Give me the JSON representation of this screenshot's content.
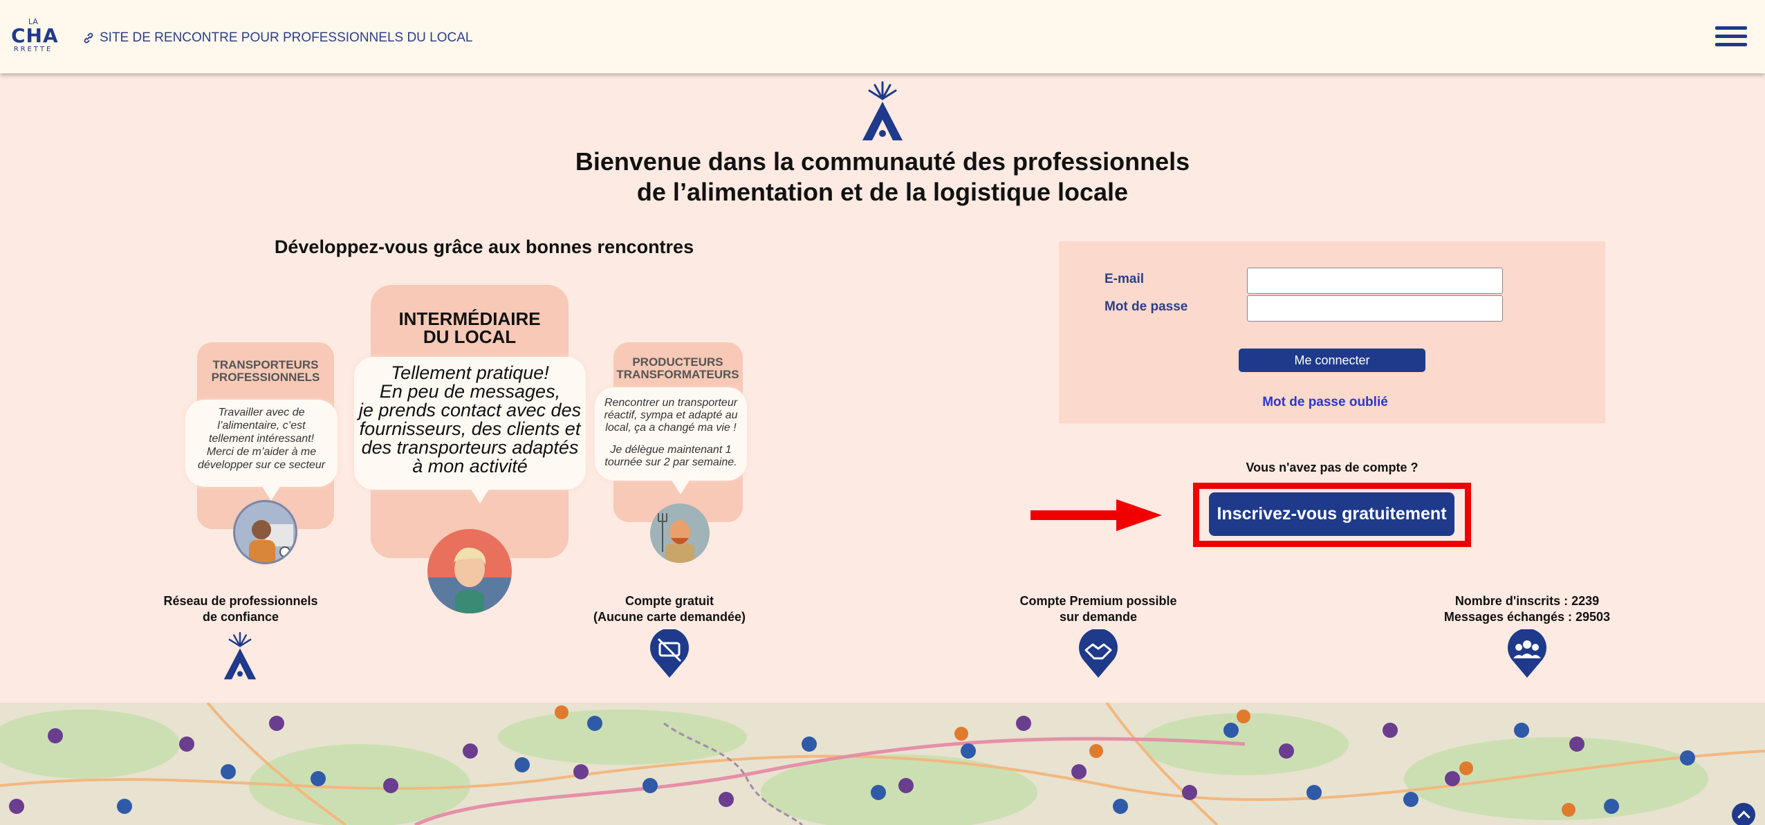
{
  "header": {
    "logo": {
      "top": "LA",
      "middle": "CHA",
      "bottom": "RRETTE"
    },
    "tagline": "SITE DE RENCONTRE POUR PROFESSIONNELS DU LOCAL"
  },
  "hero": {
    "title_line1": "Bienvenue dans la communauté des professionnels",
    "title_line2": "de l’alimentation et de la logistique locale",
    "subtitle": "Développez-vous grâce aux bonnes rencontres"
  },
  "personas": {
    "left": {
      "title_line1": "TRANSPORTEURS",
      "title_line2": "PROFESSIONNELS",
      "quote": [
        "Travailler avec de",
        "l’alimentaire, c’est",
        "tellement intéressant!",
        "Merci de m’aider à me",
        "développer sur ce secteur"
      ]
    },
    "center": {
      "title_line1": "INTERMÉDIAIRE",
      "title_line2": "DU LOCAL",
      "quote": [
        "Tellement pratique!",
        "En peu de messages,",
        "je prends contact avec des",
        "fournisseurs, des clients et",
        "des transporteurs adaptés",
        "à mon activité"
      ]
    },
    "right": {
      "title_line1": "PRODUCTEURS",
      "title_line2": "TRANSFORMATEURS",
      "quote": [
        "Rencontrer un transporteur",
        "réactif, sympa et adapté au",
        "local, ça a changé ma vie !",
        "",
        "Je délègue maintenant 1",
        "tournée sur 2 par semaine."
      ]
    }
  },
  "login": {
    "email_label": "E-mail",
    "email_value": "",
    "password_label": "Mot de passe",
    "password_value": "",
    "submit_label": "Me connecter",
    "forgot_label": "Mot de passe oublié"
  },
  "signup": {
    "prompt": "Vous n'avez pas de compte ?",
    "button_label": "Inscrivez-vous gratuitement"
  },
  "features": [
    {
      "line1": "Réseau de professionnels",
      "line2": "de confiance",
      "icon": "la-charrette-logo-icon"
    },
    {
      "line1": "Compte gratuit",
      "line2": "(Aucune carte demandée)",
      "icon": "no-card-pin-icon"
    },
    {
      "line1": "Compte Premium possible",
      "line2": "sur demande",
      "icon": "handshake-pin-icon"
    },
    {
      "line1": "Nombre d'inscrits : 2239",
      "line2": "Messages échangés : 29503",
      "icon": "users-pin-icon"
    }
  ],
  "colors": {
    "brand": "#1f3a8a",
    "accent_red": "#f00000",
    "page_bg": "#fdeae2",
    "header_bg": "#fff8ec",
    "login_bg": "#fbd9cc"
  }
}
